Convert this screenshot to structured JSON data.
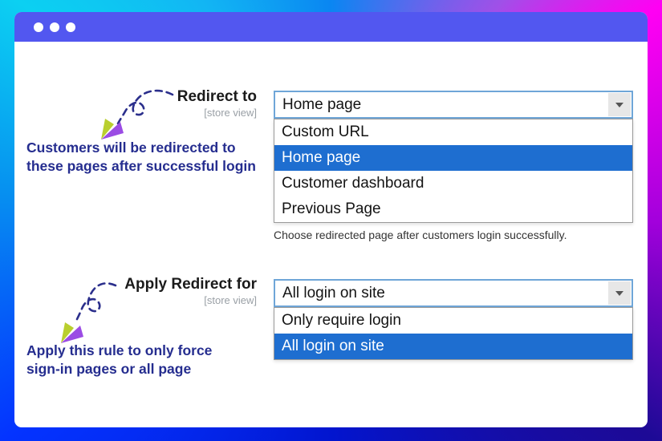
{
  "window": {
    "control_dots": [
      "dot",
      "dot",
      "dot"
    ]
  },
  "fields": [
    {
      "label": "Redirect to",
      "scope": "[store view]",
      "selected": "Home page",
      "options": [
        "Custom URL",
        "Home page",
        "Customer dashboard",
        "Previous Page"
      ],
      "highlighted_option": "Home page",
      "note": "Choose redirected page after customers login successfully.",
      "annotation_lines": [
        "Customers will be redirected to",
        "these pages after successful login"
      ]
    },
    {
      "label": "Apply Redirect for",
      "scope": "[store view]",
      "selected": "All login on site",
      "options": [
        "Only require login",
        "All login on site"
      ],
      "highlighted_option": "All login on site",
      "annotation_lines": [
        "Apply this rule to only force",
        "sign-in pages or all page"
      ]
    }
  ],
  "colors": {
    "titlebar": "#5257f0",
    "select_border": "#6fa6d8",
    "highlight": "#1e6ed0",
    "annotation": "#252d8f",
    "arrow": "#2b2f8c",
    "plane_green": "#b9cf2e",
    "plane_purple": "#9b4ce4",
    "scope_gray": "#9aa0a6"
  }
}
